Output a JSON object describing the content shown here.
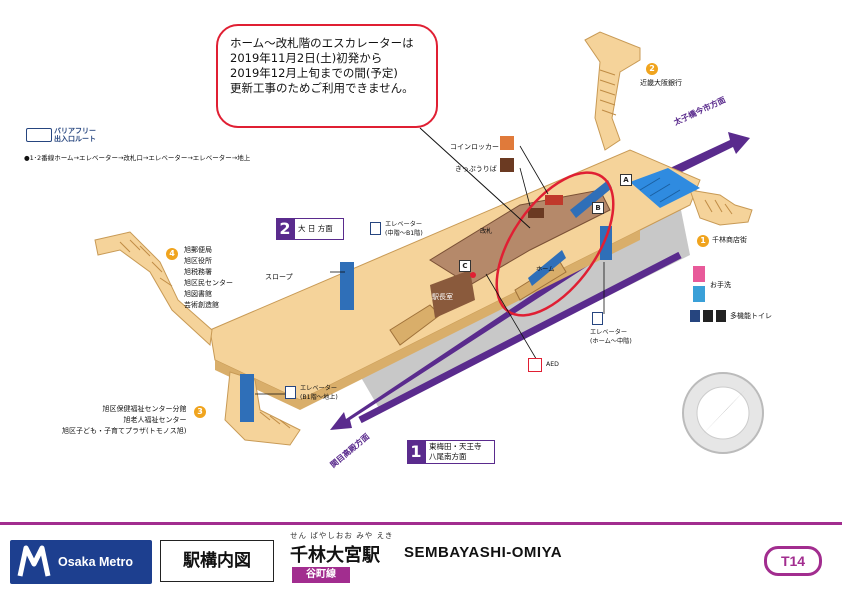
{
  "notice": {
    "text": "ホーム〜改札階のエスカレーターは\n2019年11月2日(土)初発から\n2019年12月上旬までの間(予定)\n更新工事のためご利用できません。"
  },
  "legend": {
    "title": "バリアフリー\n出入口ルート",
    "route": "●1･2番線ホーム→エレベーター→改札口→エレベーター→エレベーター→地上"
  },
  "facilities": {
    "coin_locker": "コインロッカー",
    "ticket": "きっぷうりば",
    "gate": "改札",
    "slope": "スロープ",
    "station_office": "駅長室",
    "home": "ホーム",
    "toilet": "お手洗",
    "multi_toilet": "多機能トイレ",
    "aed": "AED"
  },
  "elevators": {
    "e1": "エレベーター\n(中階〜B1階)",
    "e2": "エレベーター\n(ホーム〜中階)",
    "e3": "エレベーター\n(B1階〜地上)"
  },
  "markers": {
    "a": "A",
    "b": "B",
    "c": "C"
  },
  "exits": [
    {
      "num": "2",
      "lines": "近畿大阪銀行"
    },
    {
      "num": "1",
      "lines": "千林商店街"
    },
    {
      "num": "4",
      "lines": "旭郵便局\n旭区役所\n旭税務署\n旭区民センター\n旭図書館\n芸術創造館"
    },
    {
      "num": "3",
      "lines": "旭区保健福祉センター分館\n旭老人福祉センター\n旭区子ども・子育てプラザ(トモノス旭)"
    }
  ],
  "platforms": {
    "p1": {
      "num": "1",
      "dest": "東梅田・天王寺\n八尾南方面"
    },
    "p2": {
      "num": "2",
      "dest": "大 日 方面"
    }
  },
  "directions": {
    "north": "太子橋今市方面",
    "south": "関目高殿方面"
  },
  "footer": {
    "brand": "Osaka Metro",
    "label": "駅構内図",
    "ruby": "せん ばやしおお みや えき",
    "station_jp": "千林大宮駅",
    "station_en": "SEMBAYASHI-OMIYA",
    "line": "谷町線",
    "code": "T14"
  },
  "colors": {
    "line_purple": "#a22d8f",
    "dir_purple": "#5a2b8d",
    "concourse": "#f5d39a",
    "elevator_blue": "#2f6fb8",
    "notice_red": "#e01f33",
    "brand_blue": "#1d3f8f",
    "exit_orange": "#f0a41e"
  }
}
